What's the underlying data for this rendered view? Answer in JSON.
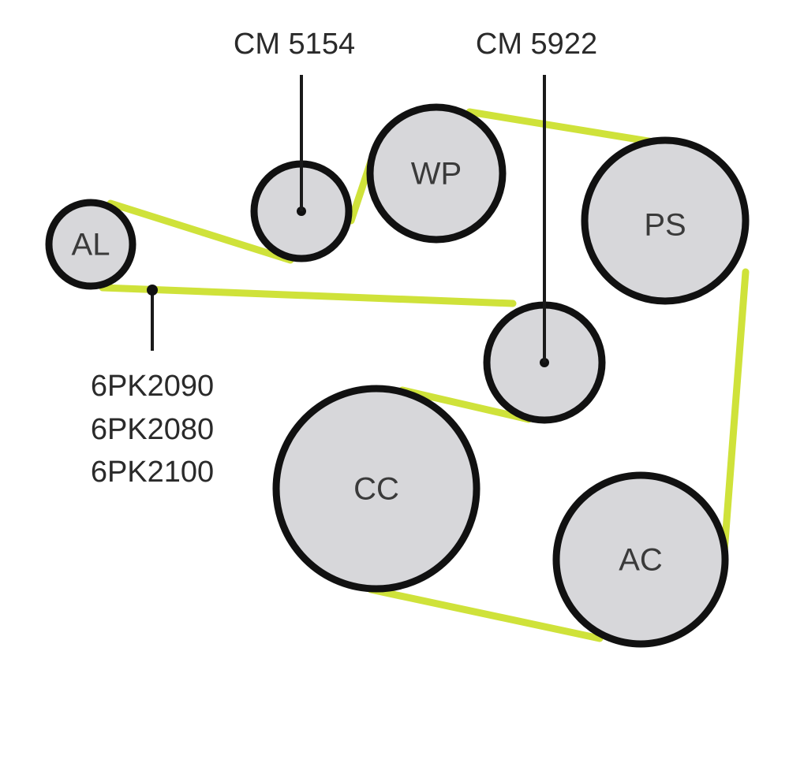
{
  "diagram": {
    "pulleys": [
      {
        "id": "al",
        "label": "AL"
      },
      {
        "id": "idler-top",
        "label": ""
      },
      {
        "id": "wp",
        "label": "WP"
      },
      {
        "id": "ps",
        "label": "PS"
      },
      {
        "id": "idler-mid",
        "label": ""
      },
      {
        "id": "cc",
        "label": "CC"
      },
      {
        "id": "ac",
        "label": "AC"
      }
    ],
    "callouts": {
      "top_idler_part": "CM 5154",
      "mid_idler_part": "CM 5922",
      "belt_parts": [
        "6PK2090",
        "6PK2080",
        "6PK2100"
      ]
    },
    "colors": {
      "belt": "#cfe23a",
      "pulley_fill": "#d7d7da",
      "pulley_outline": "#111111"
    }
  }
}
